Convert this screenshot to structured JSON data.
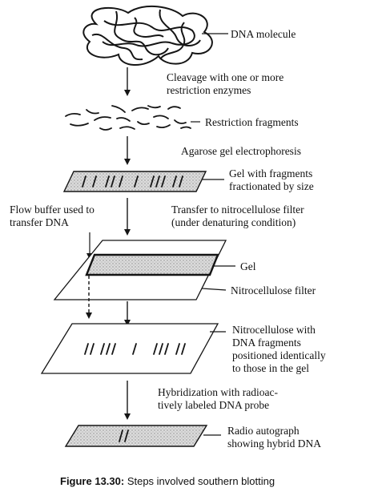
{
  "labels": {
    "dna_molecule": "DNA molecule",
    "cleavage_1": "Cleavage with one or more",
    "cleavage_2": "restriction enzymes",
    "restriction_fragments": "Restriction fragments",
    "electrophoresis": "Agarose gel electrophoresis",
    "gel_fragments_1": "Gel with fragments",
    "gel_fragments_2": "fractionated by size",
    "flow_buffer_1": "Flow buffer used to",
    "flow_buffer_2": "transfer DNA",
    "transfer_1": "Transfer to nitrocellulose filter",
    "transfer_2": "(under denaturing condition)",
    "gel": "Gel",
    "nitrocellulose_filter": "Nitrocellulose filter",
    "nitro_1": "Nitrocellulose with",
    "nitro_2": "DNA fragments",
    "nitro_3": "positioned identically",
    "nitro_4": "to those in the gel",
    "hybrid_1": "Hybridization with radioac-",
    "hybrid_2": "tively labeled DNA probe",
    "radio_1": "Radio autograph",
    "radio_2": "showing hybrid DNA"
  },
  "caption": {
    "prefix": "Figure 13.30:",
    "text": " Steps involved southern blotting"
  }
}
